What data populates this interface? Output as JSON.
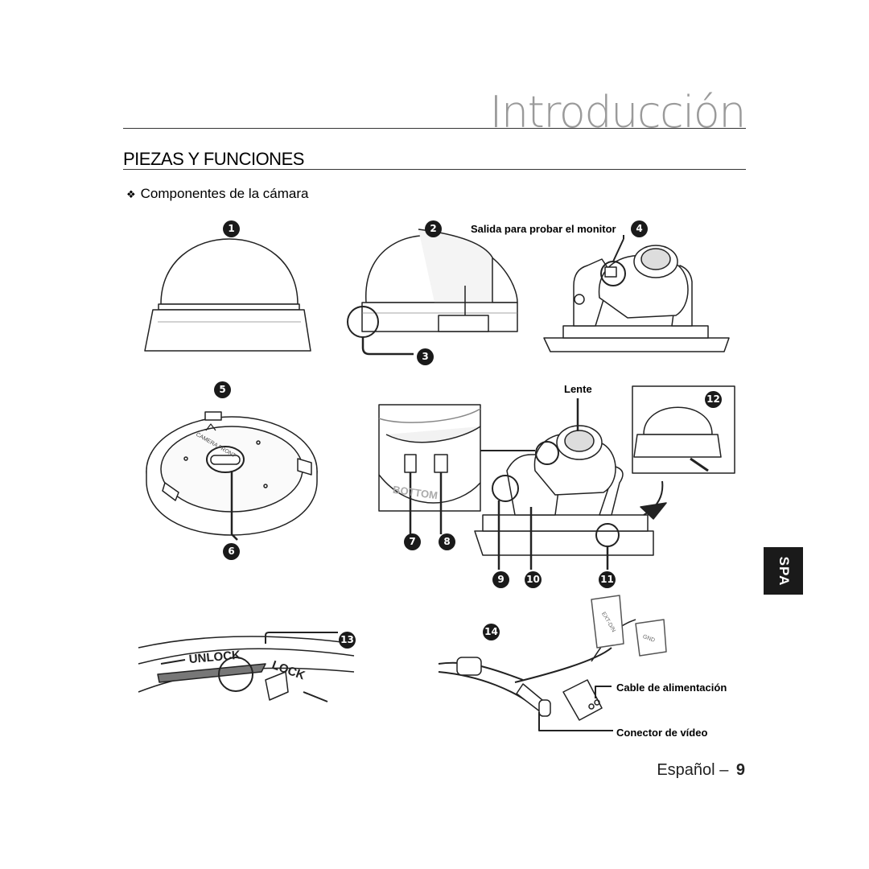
{
  "header": {
    "title": "Introducción"
  },
  "section": {
    "title": "PIEZAS Y FUNCIONES",
    "subtitle": "Componentes de la cámara"
  },
  "callouts": [
    "1",
    "2",
    "3",
    "4",
    "5",
    "6",
    "7",
    "8",
    "9",
    "10",
    "11",
    "12",
    "13",
    "14"
  ],
  "labels": {
    "monitor_out": "Salida para probar el monitor",
    "lens": "Lente",
    "power_cable": "Cable de alimentación",
    "video_connector": "Conector de vídeo"
  },
  "diagram_text": {
    "bottom": "BOTTOM",
    "unlock": "UNLOCK",
    "lock": "LOCK",
    "camera_front": "CAMERA FRONT",
    "ext_dn": "EXT-D/N",
    "gnd": "GND"
  },
  "side_tab": {
    "label": "SPA"
  },
  "footer": {
    "language": "Español",
    "separator": "–",
    "page": "9"
  }
}
